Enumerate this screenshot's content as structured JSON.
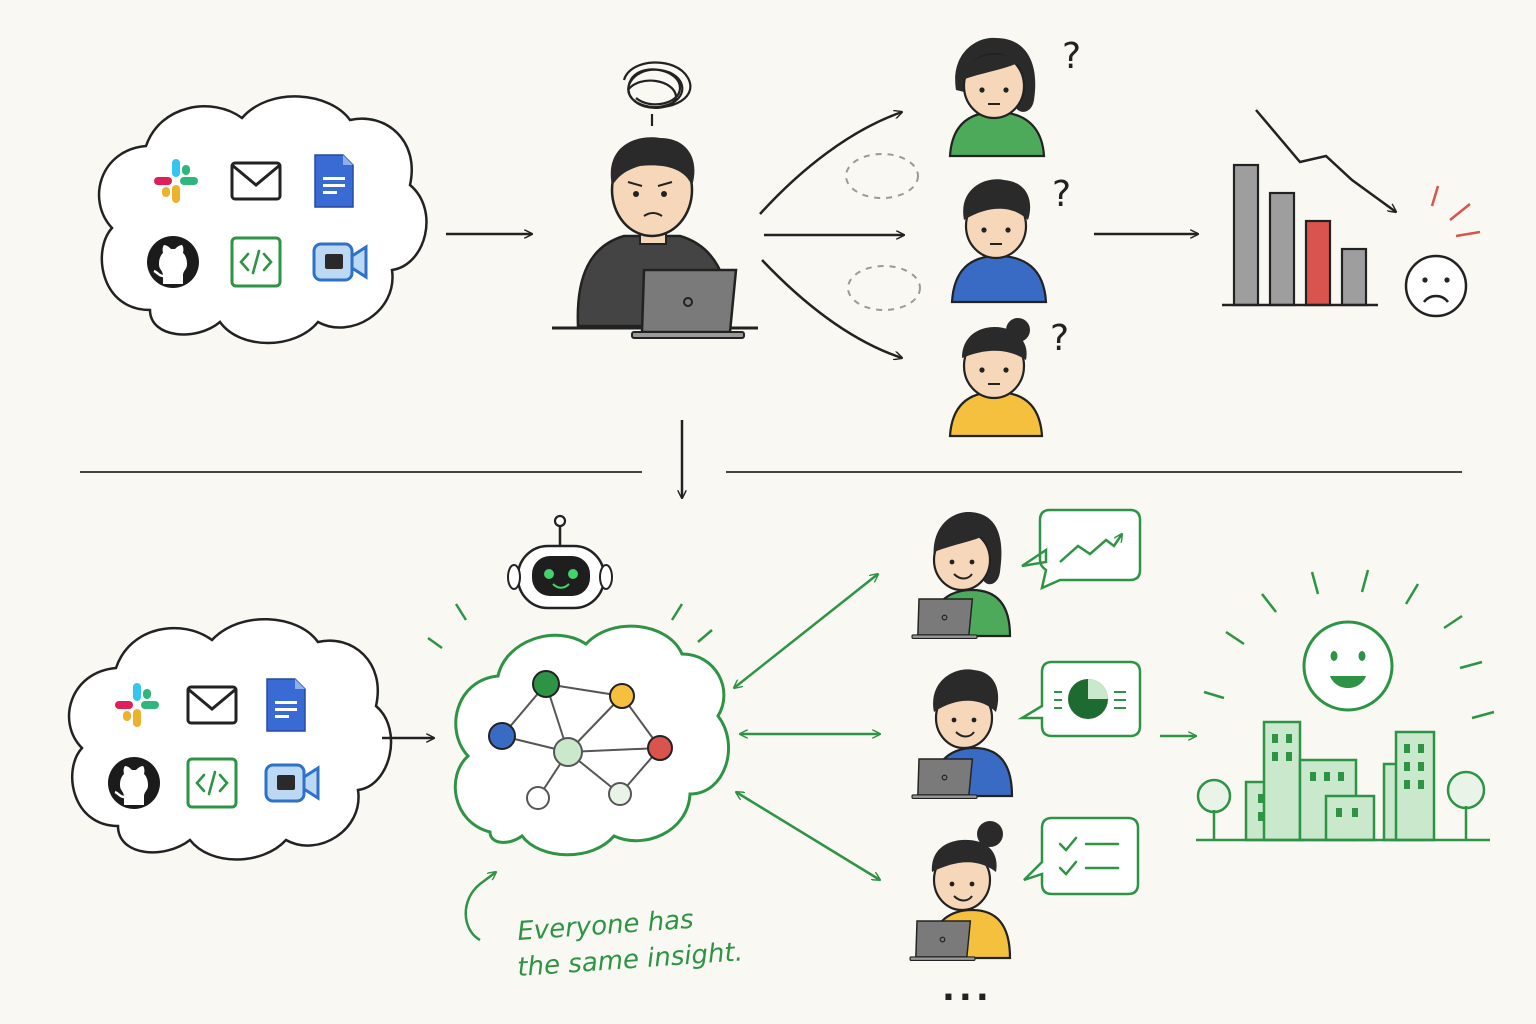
{
  "annotation": {
    "line1": "Everyone has",
    "line2": "the same insight."
  },
  "question_mark": "?",
  "ellipsis": "...",
  "colors": {
    "ink": "#222222",
    "green": "#2e9445",
    "light_green": "#c9e8cc",
    "person_green": "#4caa5a",
    "person_blue": "#3a6bc4",
    "person_yellow": "#f4c03e",
    "bar_red": "#d9534f",
    "bar_gray": "#9e9e9e",
    "background": "#faf8f2"
  },
  "icons": {
    "tools": [
      "slack-icon",
      "mail-icon",
      "google-docs-icon",
      "github-icon",
      "code-icon",
      "zoom-video-icon"
    ],
    "ai": "robot-icon",
    "insights": [
      "trend-line-chart-icon",
      "pie-chart-icon",
      "checklist-icon"
    ],
    "outcome_bad": "sad-face-icon",
    "outcome_good": "happy-face-icon"
  },
  "chart_data": {
    "type": "bar",
    "categories": [
      "",
      "",
      "",
      ""
    ],
    "values": [
      10,
      8,
      6,
      4
    ],
    "highlight_index": 2,
    "trend": "down"
  }
}
